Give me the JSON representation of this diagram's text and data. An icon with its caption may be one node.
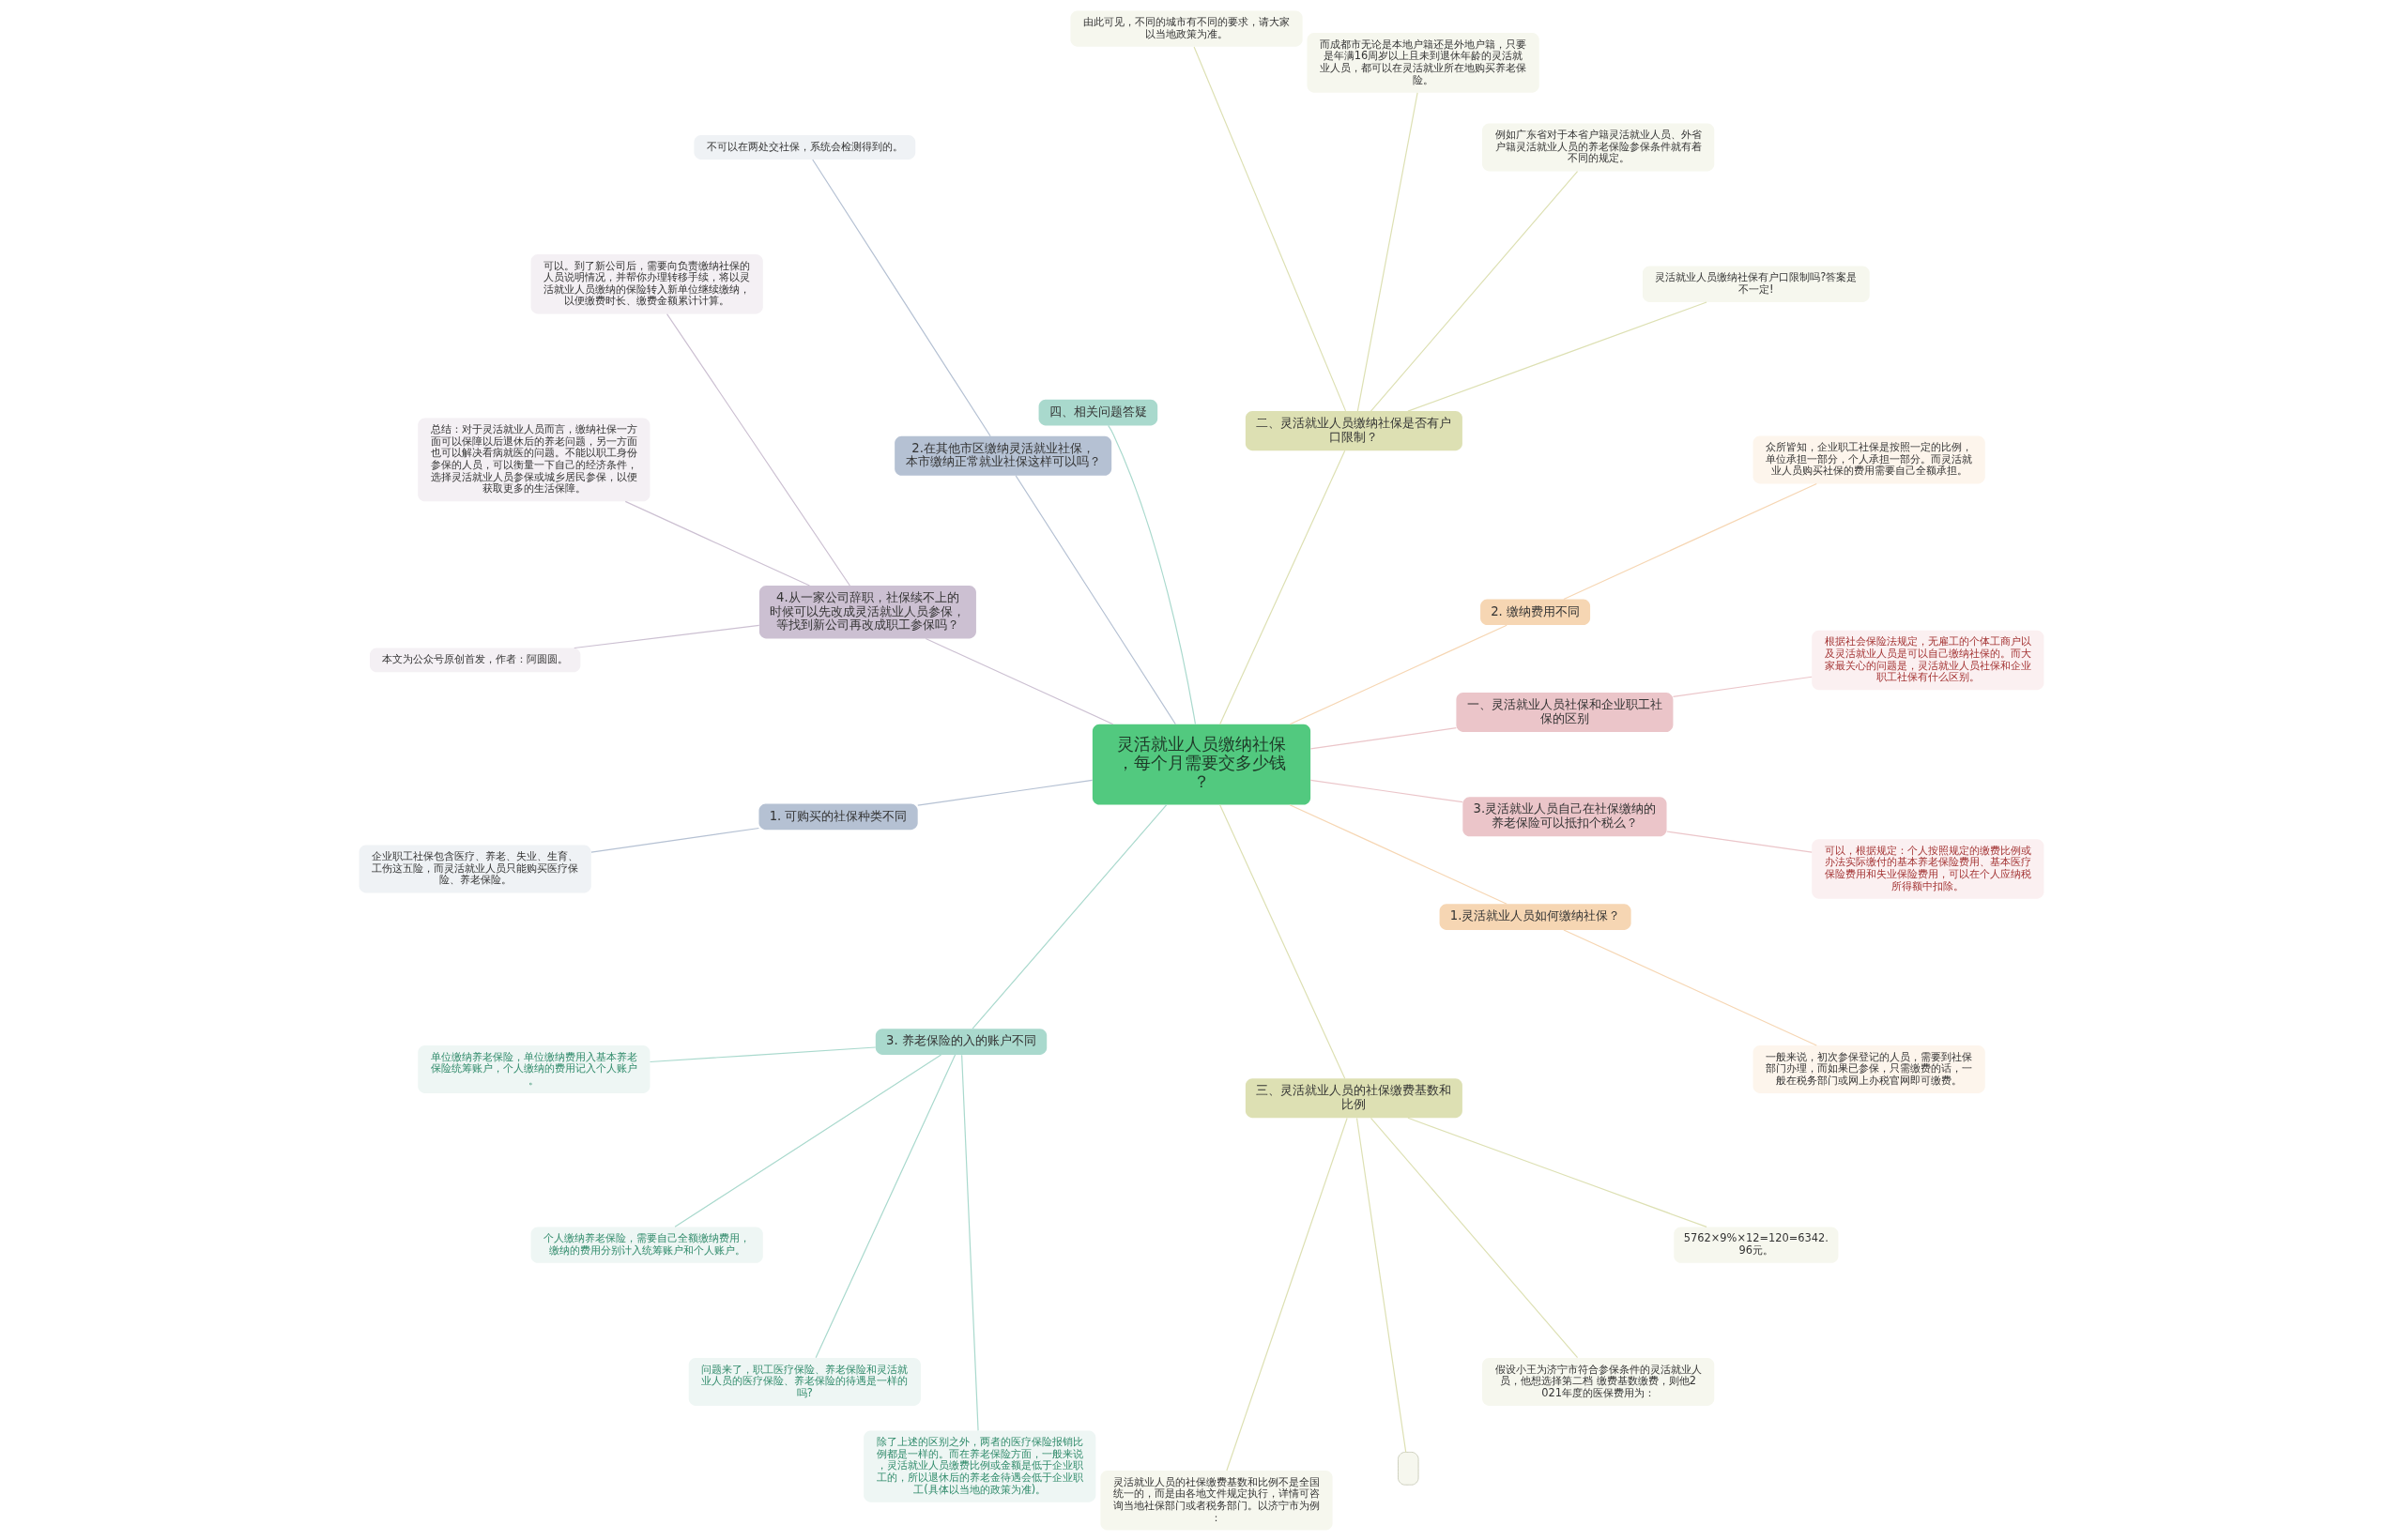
{
  "diagram": {
    "nodes": [
      {
        "text": [
          "灵活就业人员缴纳社保，每个月需要交多少钱？"
        ]
      },
      {
        "text": [
          "一、灵活就业人员社保和企业职工社保的区别"
        ]
      },
      {
        "text": [
          "根据社会保险法规定，无雇工的个体工商户以及灵活就业人员是可以自己缴纳社保的。而大家最关心的问题是，灵活就业人员社保和企业职工社保有什么区别。"
        ]
      },
      {
        "text": [
          "2. 缴纳费用不同"
        ]
      },
      {
        "text": [
          "众所皆知，企业职工社保是按照一定的比例，单位承担一部分，个人承担一部分。而灵活就业人员购买社保的费用需要自己全额承担。"
        ]
      },
      {
        "text": [
          "二、灵活就业人员缴纳社保是否有户口限制？"
        ]
      },
      {
        "text": [
          "灵活就业人员缴纳社保有户口限制吗?答案是不一定!"
        ]
      },
      {
        "text": [
          "例如广东省对于本省户籍灵活就业人员、外省户籍灵活就业人员的养老保险参保条件就有着不同的规定。"
        ]
      },
      {
        "text": [
          "而成都市无论是本地户籍还是外地户籍，只要是年满16周岁以上且未到退休年龄的灵活就业人员，都可以在灵活就业所在地购买养老保险。"
        ]
      },
      {
        "text": [
          "由此可见，不同的城市有不同的要求，请大家以当地政策为准。"
        ]
      },
      {
        "text": [
          "四、相关问题答疑"
        ]
      },
      {
        "text": [
          "2.在其他市区缴纳灵活就业社保，本市缴纳正常就业社保这样可以吗？"
        ]
      },
      {
        "text": [
          "不可以在两处交社保，系统会检测得到的。"
        ]
      },
      {
        "text": [
          "4.从一家公司辞职，社保续不上的时候可以先改成灵活就业人员参保，等找到新公司再改成职工参保吗？"
        ]
      },
      {
        "text": [
          "可以。到了新公司后，需要向负责缴纳社保的人员说明情况，并帮你办理转移手续，将以灵活就业人员缴纳的保险转入新单位继续缴纳，以便缴费时长、缴费金额累计计算。"
        ]
      },
      {
        "text": [
          "总结：对于灵活就业人员而言，缴纳社保一方面可以保障以后退休后的养老问题，另一方面也可以解决看病就医的问题。不能以职工身份参保的人员，可以衡量一下自己的经济条件，选择灵活就业人员参保或城乡居民参保，以便获取更多的生活保障。"
        ]
      },
      {
        "text": [
          "本文为公众号原创首发，作者：阿圆圆。"
        ]
      },
      {
        "text": [
          "1. 可购买的社保种类不同"
        ]
      },
      {
        "text": [
          "企业职工社保包含医疗、养老、失业、生育、工伤这五险，而灵活就业人员只能购买医疗保险、养老保险。"
        ]
      },
      {
        "text": [
          "3. 养老保险的入的账户不同"
        ]
      },
      {
        "text": [
          "单位缴纳养老保险，单位缴纳费用入基本养老保险统筹账户，个人缴纳的费用记入个人账户。"
        ]
      },
      {
        "text": [
          "个人缴纳养老保险，需要自己全额缴纳费用，缴纳的费用分别计入统筹账户和个人账户。"
        ]
      },
      {
        "text": [
          "问题来了，职工医疗保险、养老保险和灵活就业人员的医疗保险、养老保险的待遇是一样的吗?"
        ]
      },
      {
        "text": [
          "除了上述的区别之外，两者的医疗保险报销比例都是一样的。而在养老保险方面，一般来说，灵活就业人员缴费比例或金额是低于企业职工的，所以退休后的养老金待遇会低于企业职工(具体以当地的政策为准)。"
        ]
      },
      {
        "text": [
          "三、灵活就业人员的社保缴费基数和比例"
        ]
      },
      {
        "text": [
          "灵活就业人员的社保缴费基数和比例不是全国统一的，而是由各地文件规定执行，详情可咨询当地社保部门或者税务部门。以济宁市为例："
        ]
      },
      {
        "text": [],
        "shape": "box"
      },
      {
        "text": [
          "假设小王为济宁市符合参保条件的灵活就业人员，他想选择第二档 缴费基数缴费，则他2021年度的医保费用为："
        ]
      },
      {
        "text": [
          "5762×9%×12=120=6342.96元。"
        ]
      },
      {
        "text": [
          "1.灵活就业人员如何缴纳社保？"
        ]
      },
      {
        "text": [
          "一般来说，初次参保登记的人员，需要到社保部门办理，而如果已参保，只需缴费的话，一般在税务部门或网上办税官网即可缴费。"
        ]
      },
      {
        "text": [
          "3.灵活就业人员自己在社保缴纳的养老保险可以抵扣个税么？"
        ]
      },
      {
        "text": [
          "可以，根据规定：个人按照规定的缴费比例或办法实际缴付的基本养老保险费用、基本医疗保险费用和失业保险费用，可以在个人应纳税所得额中扣除。"
        ]
      }
    ],
    "edges": [
      {
        "from": 0,
        "to": 1,
        "arrow": "none"
      },
      {
        "from": 1,
        "to": 2,
        "arrow": "none"
      },
      {
        "from": 0,
        "to": 3,
        "arrow": "none"
      },
      {
        "from": 3,
        "to": 4,
        "arrow": "none"
      },
      {
        "from": 0,
        "to": 5,
        "arrow": "none"
      },
      {
        "from": 5,
        "to": 6,
        "arrow": "none"
      },
      {
        "from": 5,
        "to": 7,
        "arrow": "none"
      },
      {
        "from": 5,
        "to": 8,
        "arrow": "none"
      },
      {
        "from": 5,
        "to": 9,
        "arrow": "none"
      },
      {
        "from": 0,
        "to": 10,
        "arrow": "none"
      },
      {
        "from": 0,
        "to": 11,
        "arrow": "none"
      },
      {
        "from": 11,
        "to": 12,
        "arrow": "none"
      },
      {
        "from": 0,
        "to": 13,
        "arrow": "none"
      },
      {
        "from": 13,
        "to": 14,
        "arrow": "none"
      },
      {
        "from": 13,
        "to": 15,
        "arrow": "none"
      },
      {
        "from": 13,
        "to": 16,
        "arrow": "none"
      },
      {
        "from": 0,
        "to": 17,
        "arrow": "none"
      },
      {
        "from": 17,
        "to": 18,
        "arrow": "none"
      },
      {
        "from": 0,
        "to": 19,
        "arrow": "none"
      },
      {
        "from": 19,
        "to": 20,
        "arrow": "none"
      },
      {
        "from": 19,
        "to": 21,
        "arrow": "none"
      },
      {
        "from": 19,
        "to": 22,
        "arrow": "none"
      },
      {
        "from": 19,
        "to": 23,
        "arrow": "none"
      },
      {
        "from": 0,
        "to": 24,
        "arrow": "none"
      },
      {
        "from": 24,
        "to": 25,
        "arrow": "none"
      },
      {
        "from": 24,
        "to": 26,
        "arrow": "none"
      },
      {
        "from": 24,
        "to": 27,
        "arrow": "none"
      },
      {
        "from": 24,
        "to": 28,
        "arrow": "none"
      },
      {
        "from": 0,
        "to": 29,
        "arrow": "none"
      },
      {
        "from": 29,
        "to": 30,
        "arrow": "none"
      },
      {
        "from": 0,
        "to": 31,
        "arrow": "none"
      },
      {
        "from": 31,
        "to": 32,
        "arrow": "none"
      }
    ]
  }
}
